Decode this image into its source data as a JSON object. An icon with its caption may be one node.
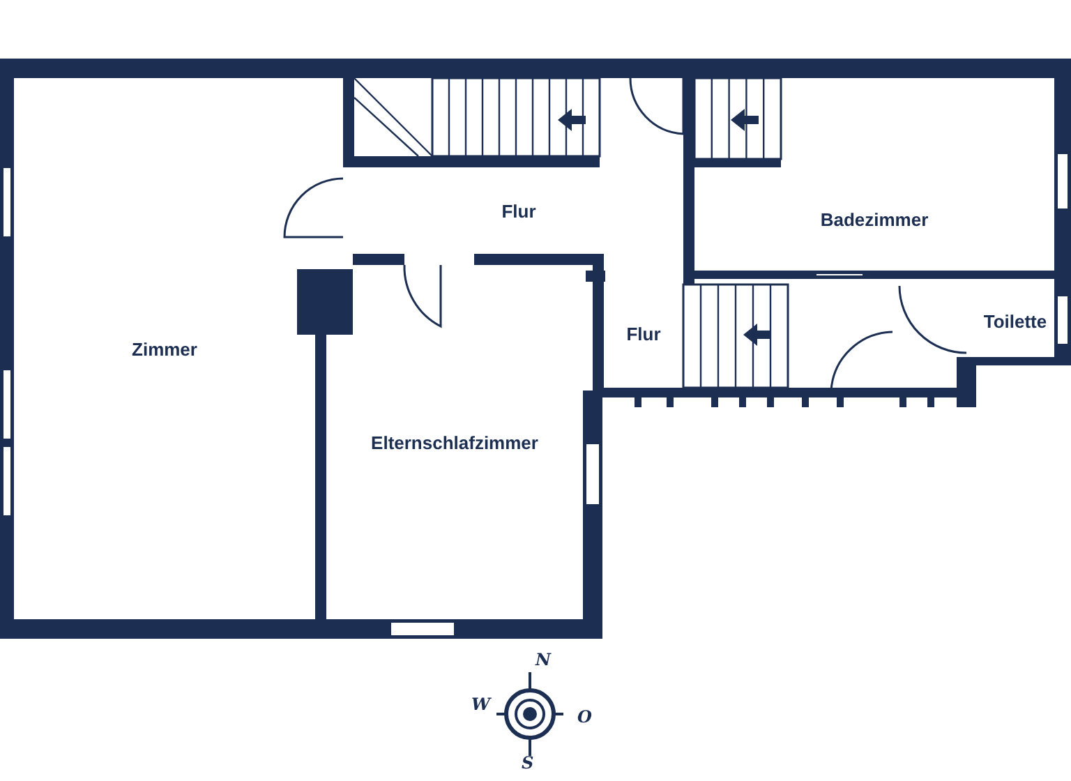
{
  "diagram": {
    "nodes": [
      {
        "text": [
          "Zimmer"
        ]
      },
      {
        "text": [
          "Flur"
        ]
      },
      {
        "text": [
          "Badezimmer"
        ]
      },
      {
        "text": [
          "Toilette"
        ]
      },
      {
        "text": [
          "Flur"
        ]
      },
      {
        "text": [
          "Elternschlafzimmer"
        ]
      }
    ],
    "labels": [
      "N",
      "W",
      "O",
      "S"
    ]
  }
}
